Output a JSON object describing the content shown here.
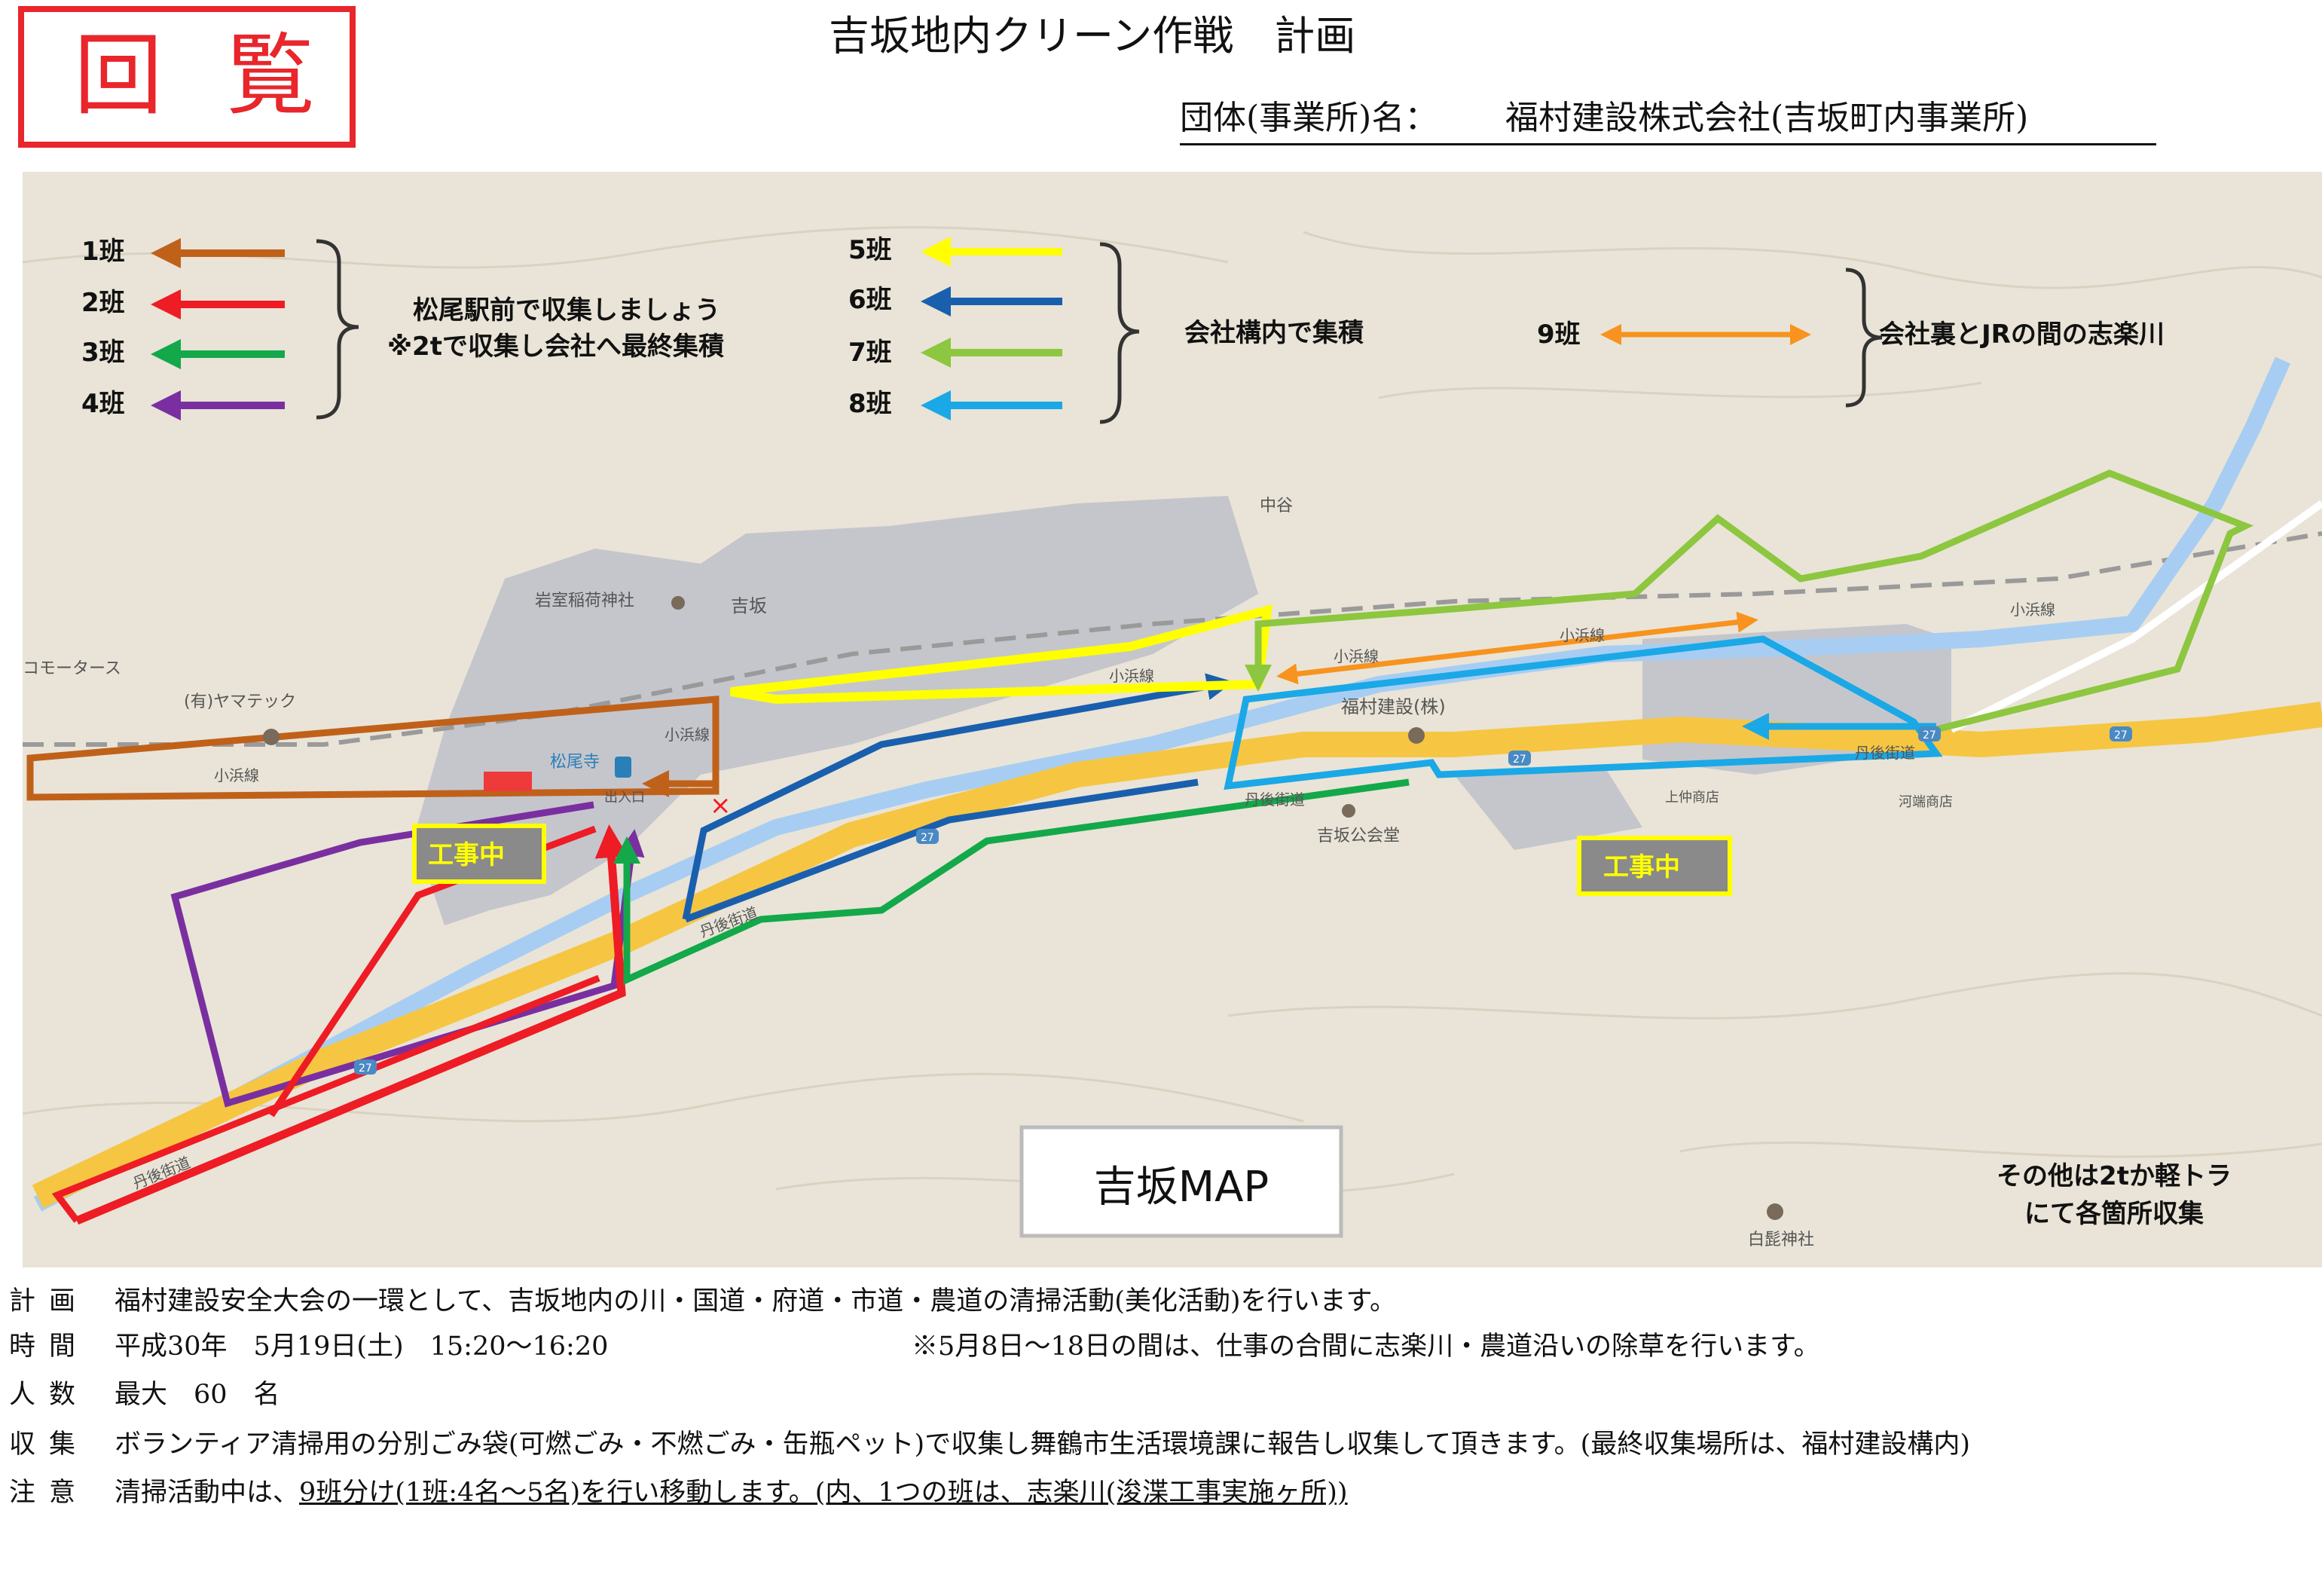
{
  "stamp": {
    "char1": "回",
    "char2": "覧",
    "color": "#e8262c"
  },
  "header": {
    "title": "吉坂地内クリーン作戦　計画",
    "org_label": "団体(事業所)名：",
    "org_value": "福村建設株式会社(吉坂町内事業所)"
  },
  "legend": {
    "group_a": {
      "items": [
        {
          "label": "1班",
          "color": "#c0611a"
        },
        {
          "label": "2班",
          "color": "#ee1c24"
        },
        {
          "label": "3班",
          "color": "#13a84a"
        },
        {
          "label": "4班",
          "color": "#7a2fa0"
        }
      ],
      "note_line1": "松尾駅前で収集しましょう",
      "note_line2": "※2tで収集し会社へ最終集積"
    },
    "group_b": {
      "items": [
        {
          "label": "5班",
          "color": "#ffff00"
        },
        {
          "label": "6班",
          "color": "#1a5fae"
        },
        {
          "label": "7班",
          "color": "#8dc63f"
        },
        {
          "label": "8班",
          "color": "#1ba8e6"
        }
      ],
      "note": "会社構内で集積"
    },
    "group_c": {
      "item": {
        "label": "9班",
        "color": "#f7931e"
      },
      "note": "会社裏とJRの間の志楽川"
    }
  },
  "map": {
    "labels": {
      "naka_tani": "中谷",
      "iwamuro": "岩室稲荷神社",
      "yoshisaka": "吉坂",
      "motors": "コモータース",
      "yamatec": "(有)ヤマテック",
      "obama1": "小浜線",
      "obama2": "小浜線",
      "obama3": "小浜線",
      "obama4": "小浜線",
      "obama5": "小浜線",
      "matsuo": "松尾寺",
      "entrance": "出入口",
      "fukumura": "福村建設(株)",
      "tango1": "丹後街道",
      "tango2": "丹後街道",
      "tango3": "丹後街道",
      "tango4": "丹後街道",
      "kominkan": "吉坂公会堂",
      "uenaka": "上仲商店",
      "kawabata": "河端商店",
      "shirahige": "白髭神社",
      "r27a": "27",
      "r27b": "27",
      "r27c": "27",
      "r27d": "27",
      "r27e": "27"
    },
    "construction1": "工事中",
    "construction2": "工事中",
    "map_title": "吉坂MAP",
    "other_line1": "その他は2tか軽トラ",
    "other_line2": "にて各箇所収集",
    "colors": {
      "background": "#e9e4d7",
      "river": "#a8cdf2",
      "road": "#f6c642",
      "area": "#c5c6cc"
    }
  },
  "notes": [
    {
      "label": "計画",
      "value": "福村建設安全大会の一環として、吉坂地内の川・国道・府道・市道・農道の清掃活動(美化活動)を行います。"
    },
    {
      "label": "時間",
      "value": "平成30年　5月19日(土)　15:20〜16:20",
      "extra": "※5月8日〜18日の間は、仕事の合間に志楽川・農道沿いの除草を行います。"
    },
    {
      "label": "人数",
      "value": "最大　60　名"
    },
    {
      "label": "収集",
      "value": "ボランティア清掃用の分別ごみ袋(可燃ごみ・不燃ごみ・缶瓶ペット)で収集し舞鶴市生活環境課に報告し収集して頂きます。(最終収集場所は、福村建設構内)"
    },
    {
      "label": "注意",
      "value_a": "清掃活動中は、",
      "value_b": "9班分け(1班:4名〜5名)を行い移動します。(内、1つの班は、志楽川(浚渫工事実施ヶ所))"
    }
  ]
}
